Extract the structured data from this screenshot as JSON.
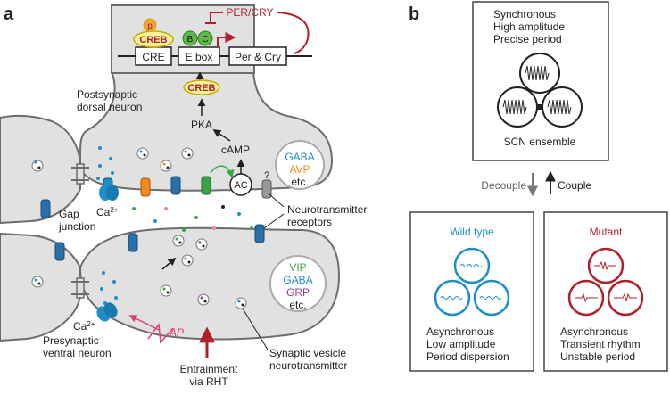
{
  "panel_a": {
    "letter": "a",
    "promoter": {
      "p_label": "p",
      "creb_label": "CREB",
      "b_label": "B",
      "c_label": "C",
      "cre_label": "CRE",
      "ebox_label": "E box",
      "gene_label": "Per & Cry",
      "feedback_label": "PER/CRY"
    },
    "creb2_label": "CREB",
    "postsynaptic_line1": "Postsynaptic",
    "postsynaptic_line2": "dorsal neuron",
    "pka_label": "PKA",
    "camp_label": "cAMP",
    "ac_label": "AC",
    "question_mark": "?",
    "post_transmitters": {
      "line1": "GABA",
      "line2": "AVP",
      "line3": "etc."
    },
    "ca_upper_base": "Ca",
    "ca_upper_sup": "2+",
    "gap_line1": "Gap",
    "gap_line2": "junction",
    "nt_line1": "Neurotransmitter",
    "nt_line2": "receptors",
    "pre_transmitters": {
      "line1": "VIP",
      "line2": "GABA",
      "line3": "GRP",
      "line4": "etc."
    },
    "ca_lower_base": "Ca",
    "ca_lower_sup": "2+",
    "ap_label": "AP",
    "presynaptic_line1": "Presynaptic",
    "presynaptic_line2": "ventral neuron",
    "entrain_line1": "Entrainment",
    "entrain_line2": "via RHT",
    "vesicle_line1": "Synaptic vesicle",
    "vesicle_line2": "neurotransmitter"
  },
  "panel_b": {
    "letter": "b",
    "top_box": {
      "line1": "Synchronous",
      "line2": "High amplitude",
      "line3": "Precise period",
      "caption": "SCN ensemble"
    },
    "decouple_label": "Decouple",
    "couple_label": "Couple",
    "wild_type": {
      "title": "Wild type",
      "line1": "Asynchronous",
      "line2": "Low amplitude",
      "line3": "Period dispersion"
    },
    "mutant": {
      "title": "Mutant",
      "line1": "Asynchronous",
      "line2": "Transient rhythm",
      "line3": "Unstable period"
    }
  },
  "colors": {
    "cell_fill": "#e1e1e1",
    "cell_stroke": "#6d6d6d",
    "accent_red": "#b0202a",
    "accent_blue": "#1e8ec8",
    "creb_fill": "#fbf29a",
    "creb_stroke": "#c9a800",
    "p_fill": "#f4a23c",
    "bc_fill": "#5dba47",
    "gaba_blue": "#1e8ec8",
    "avp_orange": "#f18a1e",
    "vip_green": "#3aa547",
    "grp_purple": "#8e3a96",
    "ap_pink": "#e0407a"
  }
}
